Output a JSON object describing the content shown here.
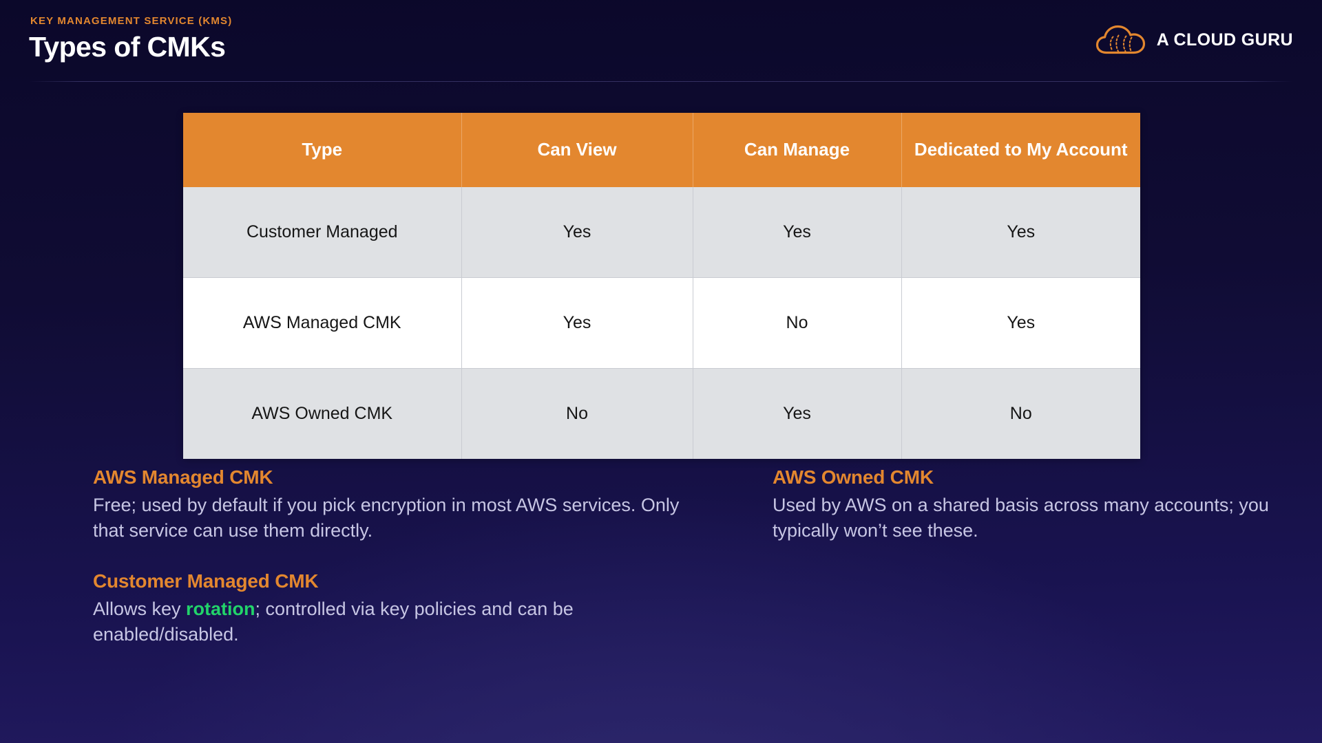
{
  "header": {
    "eyebrow": "KEY MANAGEMENT SERVICE (KMS)",
    "title": "Types of CMKs",
    "brand_name": "A CLOUD GURU",
    "brand_icon": "cloud-icon"
  },
  "table": {
    "columns": [
      "Type",
      "Can View",
      "Can Manage",
      "Dedicated to My Account"
    ],
    "rows": [
      {
        "type": "Customer Managed",
        "can_view": "Yes",
        "can_manage": "Yes",
        "dedicated": "Yes"
      },
      {
        "type": "AWS Managed CMK",
        "can_view": "Yes",
        "can_manage": "No",
        "dedicated": "Yes"
      },
      {
        "type": "AWS Owned CMK",
        "can_view": "No",
        "can_manage": "Yes",
        "dedicated": "No"
      }
    ]
  },
  "notes": {
    "left": [
      {
        "title": "AWS Managed CMK",
        "body": "Free; used by default if you pick encryption in most AWS services. Only that service can use them directly."
      },
      {
        "title": "Customer Managed CMK",
        "body_before": "Allows key ",
        "body_highlight": "rotation",
        "body_after": "; controlled via key policies and can be enabled/disabled."
      }
    ],
    "right": [
      {
        "title": "AWS Owned CMK",
        "body": "Used by AWS on a shared basis across many accounts; you typically won’t see these."
      }
    ]
  },
  "colors": {
    "accent_orange": "#e3872f",
    "highlight_green": "#22d36a",
    "background_dark": "#0b082a",
    "background_light": "#221a60",
    "table_row_shaded": "#dfe1e4",
    "table_row_plain": "#ffffff",
    "body_text": "#c7c6e4"
  }
}
